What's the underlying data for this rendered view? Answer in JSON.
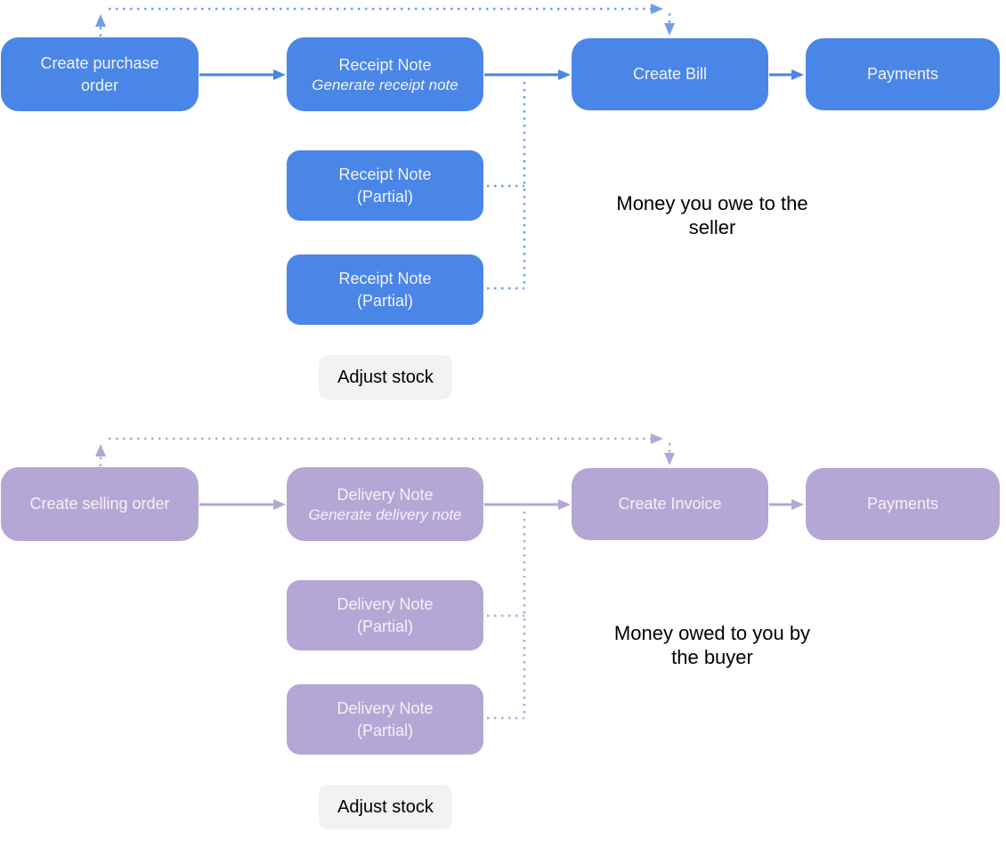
{
  "colors": {
    "purchase-fill": "#4a86e8",
    "purchase-connector": "#6d9eeb",
    "selling-fill": "#b4a7d6",
    "selling-connector": "#b4a7d6",
    "node-text": "#f3f3f4",
    "annotation-text": "#000000",
    "adjust-bg": "#f2f2f2",
    "adjust-text": "#000000",
    "background": "#ffffff"
  },
  "sections": {
    "purchase": {
      "order_label": "Create purchase\norder",
      "note_title": "Receipt Note",
      "note_subtitle": "Generate receipt note",
      "partial_label": "Receipt Note\n(Partial)",
      "bill_label": "Create Bill",
      "payments_label": "Payments",
      "adjust_label": "Adjust stock",
      "annotation": "Money you owe to the\nseller"
    },
    "selling": {
      "order_label": "Create selling order",
      "note_title": "Delivery Note",
      "note_subtitle": "Generate delivery note",
      "partial_label": "Delivery Note\n(Partial)",
      "bill_label": "Create Invoice",
      "payments_label": "Payments",
      "adjust_label": "Adjust stock",
      "annotation": "Money owed to you by\nthe buyer"
    }
  }
}
